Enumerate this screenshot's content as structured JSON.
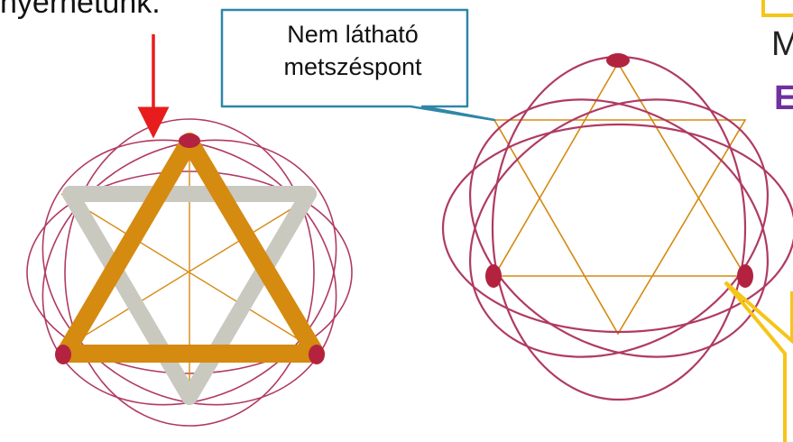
{
  "captions": {
    "top_left": "nyernetunk.",
    "right_m": "M",
    "right_e": "E"
  },
  "callout": {
    "line1": "Nem látható",
    "line2": "metszéspont"
  },
  "colors": {
    "red_arrow": "#e81c1c",
    "orange_edge": "#d58a10",
    "gray_edge": "#c9c9c0",
    "curve": "#b03a64",
    "vertex": "#b3233f",
    "callout_border": "#2f86a8",
    "yellow_callout": "#f5c518",
    "purple_text": "#7030A0"
  }
}
